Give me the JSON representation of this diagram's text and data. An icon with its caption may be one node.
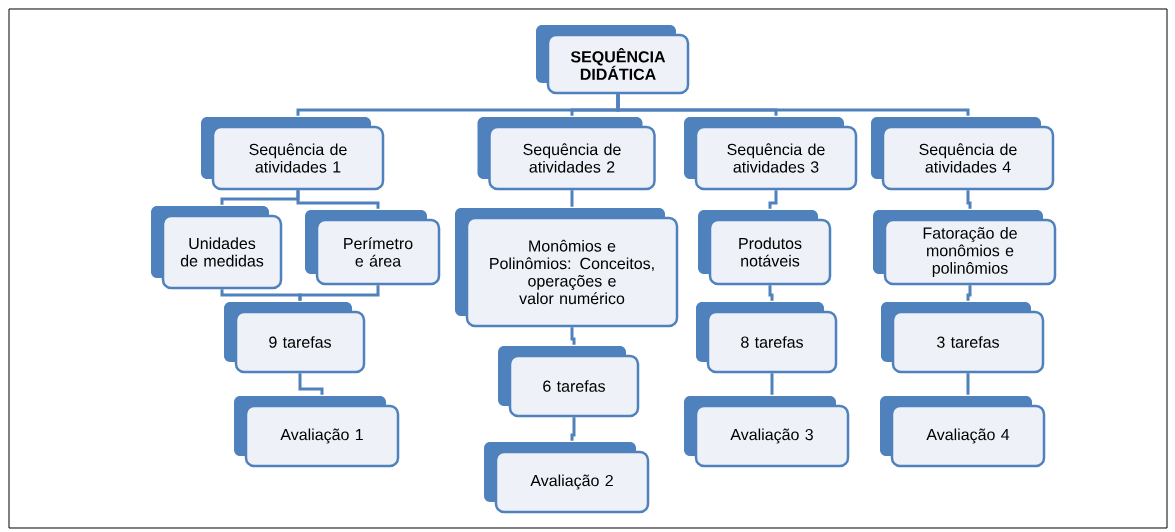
{
  "diagram": {
    "nodes": [
      {
        "text": [
          "SEQUÊNCIA DIDÁTICA"
        ]
      },
      {
        "text": [
          "Sequência de atividades 1"
        ]
      },
      {
        "text": [
          "Sequência de atividades 2"
        ]
      },
      {
        "text": [
          "Sequência de atividades 3"
        ]
      },
      {
        "text": [
          "Sequência de atividades 4"
        ]
      },
      {
        "text": [
          "Unidades de medidas"
        ]
      },
      {
        "text": [
          "Perímetro e área"
        ]
      },
      {
        "text": [
          "Monômios e Polinômios: Conceitos, operações e valor numérico"
        ]
      },
      {
        "text": [
          "Produtos notáveis"
        ]
      },
      {
        "text": [
          "Fatoração de monômios e polinômios"
        ]
      },
      {
        "text": [
          "9 tarefas"
        ]
      },
      {
        "text": [
          "6 tarefas"
        ]
      },
      {
        "text": [
          "8 tarefas"
        ]
      },
      {
        "text": [
          "3 tarefas"
        ]
      },
      {
        "text": [
          "Avaliação 1"
        ]
      },
      {
        "text": [
          "Avaliação 2"
        ]
      },
      {
        "text": [
          "Avaliação 3"
        ]
      },
      {
        "text": [
          "Avaliação 4"
        ]
      }
    ],
    "edges": [
      {
        "from": 0,
        "to": 1,
        "arrow": "none"
      },
      {
        "from": 0,
        "to": 2,
        "arrow": "none"
      },
      {
        "from": 0,
        "to": 3,
        "arrow": "none"
      },
      {
        "from": 0,
        "to": 4,
        "arrow": "none"
      },
      {
        "from": 1,
        "to": 5,
        "arrow": "none"
      },
      {
        "from": 1,
        "to": 6,
        "arrow": "none"
      },
      {
        "from": 2,
        "to": 7,
        "arrow": "none"
      },
      {
        "from": 3,
        "to": 8,
        "arrow": "none"
      },
      {
        "from": 4,
        "to": 9,
        "arrow": "none"
      },
      {
        "from": 5,
        "to": 10,
        "arrow": "none"
      },
      {
        "from": 6,
        "to": 10,
        "arrow": "none"
      },
      {
        "from": 7,
        "to": 11,
        "arrow": "none"
      },
      {
        "from": 8,
        "to": 12,
        "arrow": "none"
      },
      {
        "from": 9,
        "to": 13,
        "arrow": "none"
      },
      {
        "from": 10,
        "to": 14,
        "arrow": "none"
      },
      {
        "from": 11,
        "to": 15,
        "arrow": "none"
      },
      {
        "from": 12,
        "to": 16,
        "arrow": "none"
      },
      {
        "from": 13,
        "to": 17,
        "arrow": "none"
      }
    ]
  }
}
